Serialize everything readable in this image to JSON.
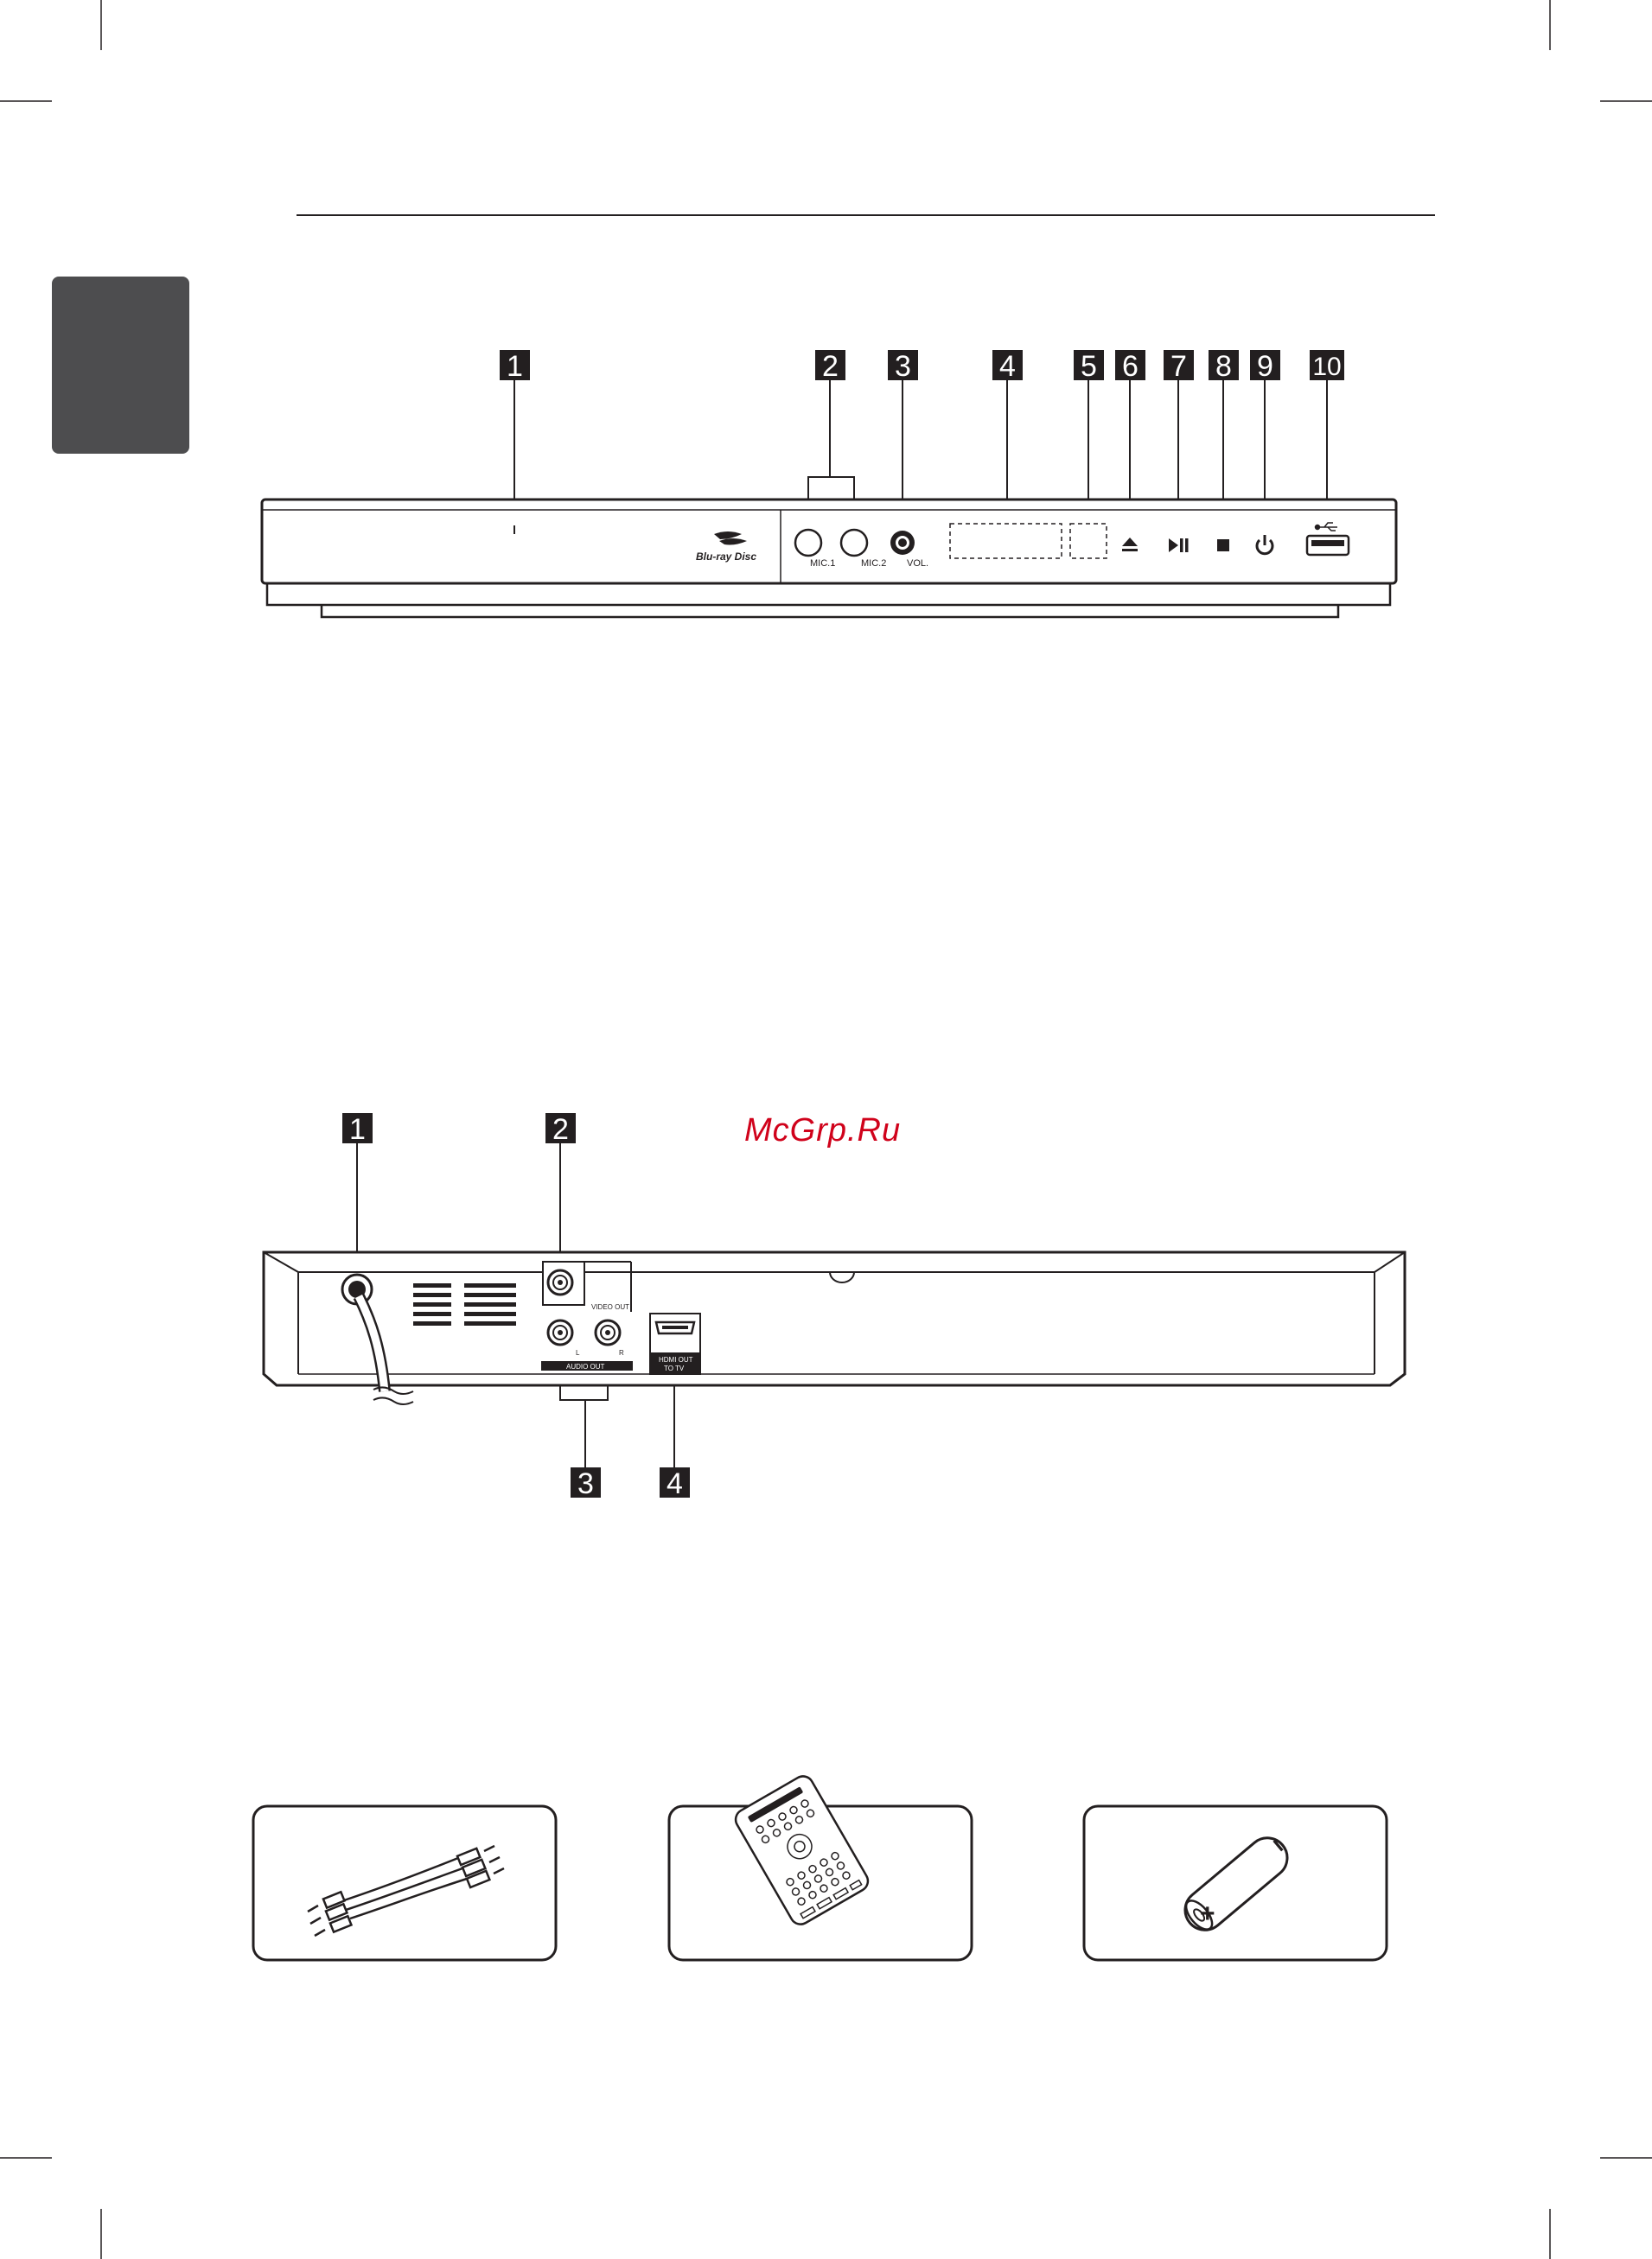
{
  "watermark": "McGrp.Ru",
  "front_panel": {
    "callouts": [
      "1",
      "2",
      "3",
      "4",
      "5",
      "6",
      "7",
      "8",
      "9",
      "10"
    ],
    "logo_text": "Blu-ray Disc",
    "mic1_label": "MIC.1",
    "mic2_label": "MIC.2",
    "vol_label": "VOL."
  },
  "rear_panel": {
    "callouts": [
      "1",
      "2",
      "3",
      "4"
    ],
    "video_out_label": "VIDEO OUT",
    "audio_out_label": "AUDIO OUT",
    "audio_l": "L",
    "audio_r": "R",
    "hdmi_label_1": "HDMI OUT",
    "hdmi_label_2": "TO TV"
  },
  "accessories": {
    "items": [
      "video-audio-cable",
      "remote-control",
      "battery"
    ],
    "battery_plus": "+",
    "battery_minus": "−"
  },
  "colors": {
    "tab": "#4d4d4f",
    "ink": "#231f20",
    "watermark": "#d0021b"
  }
}
